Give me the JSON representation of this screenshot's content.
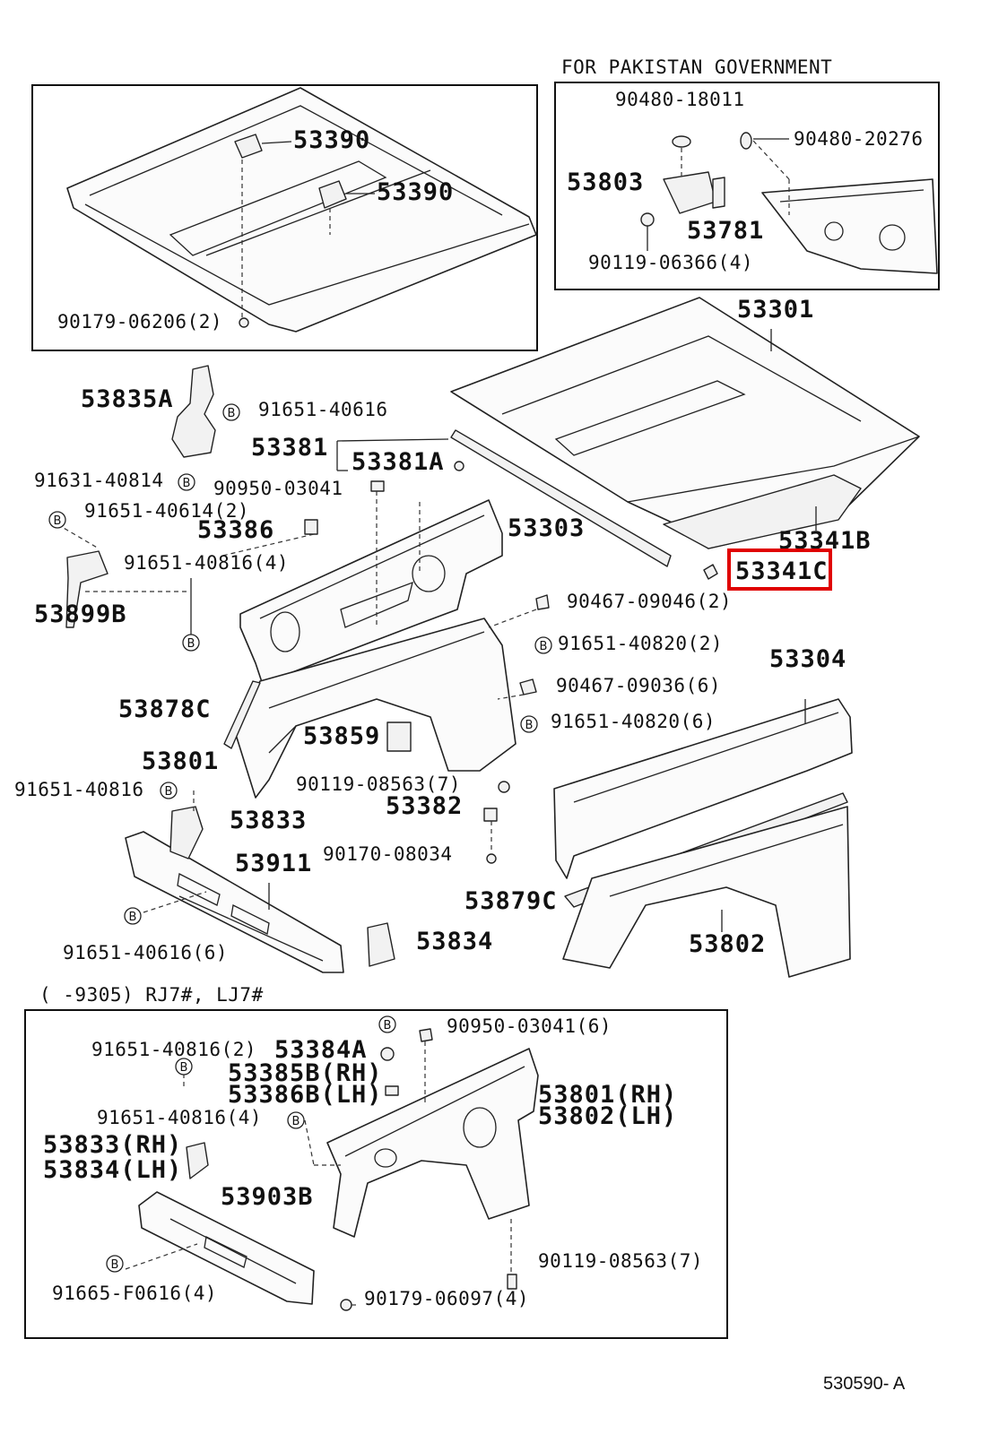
{
  "diagram": {
    "header_pakistan": "FOR PAKISTAN GOVERNMENT",
    "applicability_note": "(        -9305) RJ7#, LJ7#",
    "badge_letter": "B",
    "figure_code": "530590- A",
    "highlight_color": "#e00000",
    "highlighted_part": "53341C",
    "labels": {
      "p53390a": "53390",
      "p53390b": "53390",
      "p90179_06206": "90179-06206(2)",
      "p90480_18011": "90480-18011",
      "p90480_20276": "90480-20276",
      "p53803": "53803",
      "p53781": "53781",
      "p90119_06366": "90119-06366(4)",
      "p53301": "53301",
      "p53835A": "53835A",
      "p91651_40616": "91651-40616",
      "p53381": "53381",
      "p53381A": "53381A",
      "p91631_40814": "91631-40814",
      "p90950_03041": "90950-03041",
      "p91651_40614": "91651-40614(2)",
      "p53386": "53386",
      "p53303": "53303",
      "p53341B": "53341B",
      "p53341C": "53341C",
      "p91651_40816_4": "91651-40816(4)",
      "p53899B": "53899B",
      "p90467_09046": "90467-09046(2)",
      "p91651_40820_2": "91651-40820(2)",
      "p53304": "53304",
      "p90467_09036": "90467-09036(6)",
      "p53878C": "53878C",
      "p53859": "53859",
      "p91651_40820_6": "91651-40820(6)",
      "p53801": "53801",
      "p90119_08563_7": "90119-08563(7)",
      "p91651_40816": "91651-40816",
      "p53382": "53382",
      "p53833": "53833",
      "p90170_08034": "90170-08034",
      "p53911": "53911",
      "p53879C": "53879C",
      "p53802": "53802",
      "p91651_40616_6": "91651-40616(6)",
      "p53834": "53834",
      "p90950_03041_6": "90950-03041(6)",
      "p91651_40816_2": "91651-40816(2)",
      "p53384A": "53384A",
      "p53385B": "53385B(RH)",
      "p53386B": "53386B(LH)",
      "p53801RH": "53801(RH)",
      "p53802LH": "53802(LH)",
      "p91651_40816_4b": "91651-40816(4)",
      "p53833RH": "53833(RH)",
      "p53834LH": "53834(LH)",
      "p53903B": "53903B",
      "p90119_08563_7b": "90119-08563(7)",
      "p91665_F0616": "91665-F0616(4)",
      "p90179_06097": "90179-06097(4)"
    }
  }
}
